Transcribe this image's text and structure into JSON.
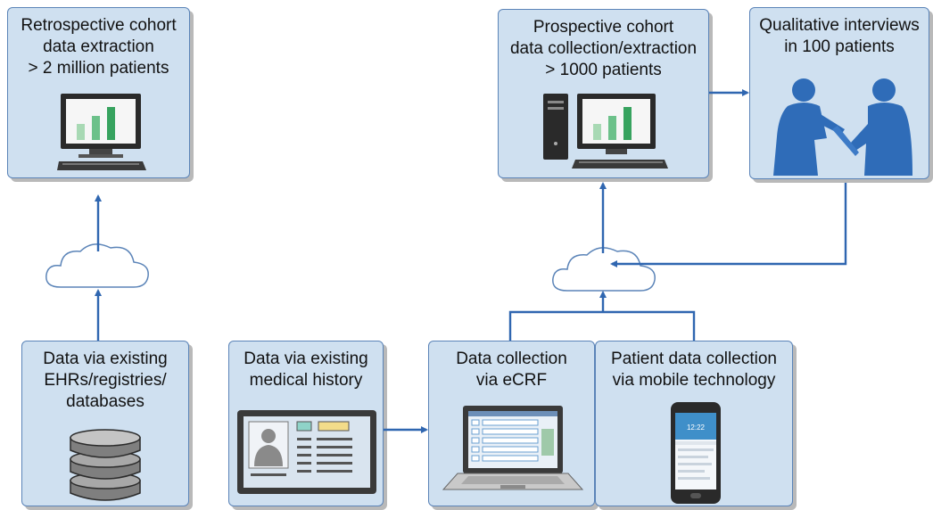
{
  "boxes": {
    "retrospective": "Retrospective cohort\ndata extraction\n> 2 million patients",
    "prospective": "Prospective cohort\ndata collection/extraction\n> 1000 patients",
    "qualitative": "Qualitative interviews\nin 100 patients",
    "ehr": "Data via existing\nEHRs/registries/\ndatabases",
    "medical_history": "Data via existing\nmedical history",
    "ecrf": "Data collection\nvia eCRF",
    "mobile": "Patient data collection\nvia mobile technology"
  },
  "phone": {
    "time": "12:22"
  },
  "colors": {
    "box_fill": "#cfe0f0",
    "box_border": "#5b84b8",
    "arrow": "#2f66b0",
    "people": "#2f6cb8"
  }
}
